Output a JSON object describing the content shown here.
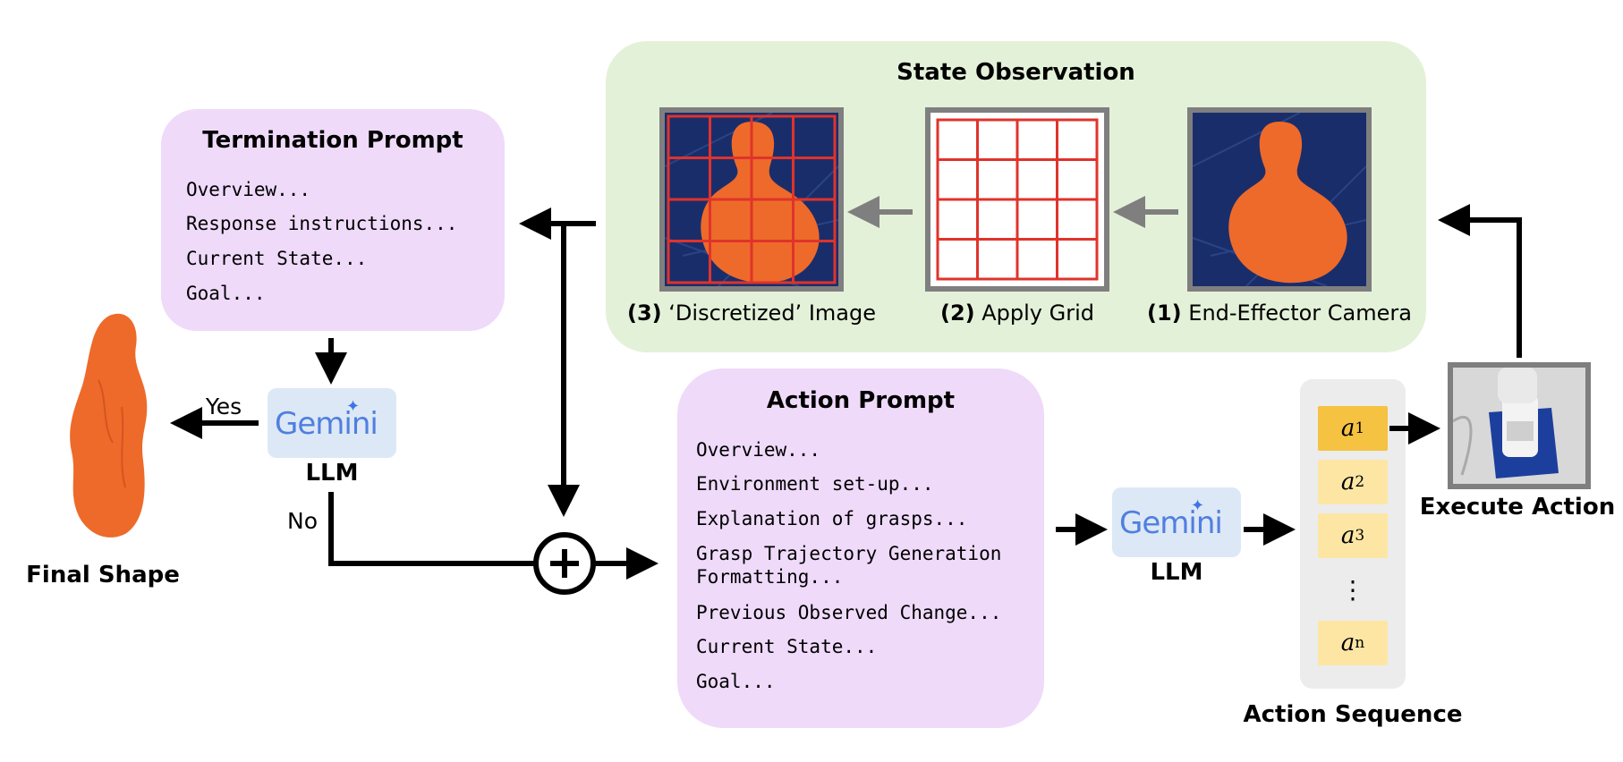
{
  "state_observation": {
    "title": "State Observation",
    "step3": {
      "num": "(3)",
      "text": "‘Discretized’ Image"
    },
    "step2": {
      "num": "(2)",
      "text": "Apply Grid"
    },
    "step1": {
      "num": "(1)",
      "text": "End-Effector Camera"
    }
  },
  "termination_prompt": {
    "title": "Termination Prompt",
    "lines": [
      "Overview...",
      "Response instructions...",
      "Current State...",
      "Goal..."
    ]
  },
  "action_prompt": {
    "title": "Action Prompt",
    "lines": [
      "Overview...",
      "Environment set-up...",
      "Explanation of grasps...",
      "Grasp Trajectory Generation",
      "Formatting...",
      "Previous Observed Change...",
      "Current State...",
      "Goal..."
    ]
  },
  "llm_top": {
    "logo": "Gemini",
    "label": "LLM"
  },
  "llm_bottom": {
    "logo": "Gemini",
    "label": "LLM"
  },
  "branch": {
    "yes": "Yes",
    "no": "No"
  },
  "final_shape": {
    "label": "Final Shape"
  },
  "execute_action": {
    "label": "Execute Action"
  },
  "action_sequence": {
    "label": "Action Sequence",
    "items": [
      {
        "sym": "a",
        "sub": "1"
      },
      {
        "sym": "a",
        "sub": "2"
      },
      {
        "sym": "a",
        "sub": "3"
      },
      {
        "sym": "⋮",
        "sub": ""
      },
      {
        "sym": "a",
        "sub": "n"
      }
    ]
  },
  "colors": {
    "green_panel": "#e4f1d9",
    "purple_panel": "#efdafa",
    "grid_red": "#e0332b",
    "clay_orange": "#ee6a2a",
    "highlight_action": "#f5c242",
    "action_item": "#fde6a4"
  }
}
